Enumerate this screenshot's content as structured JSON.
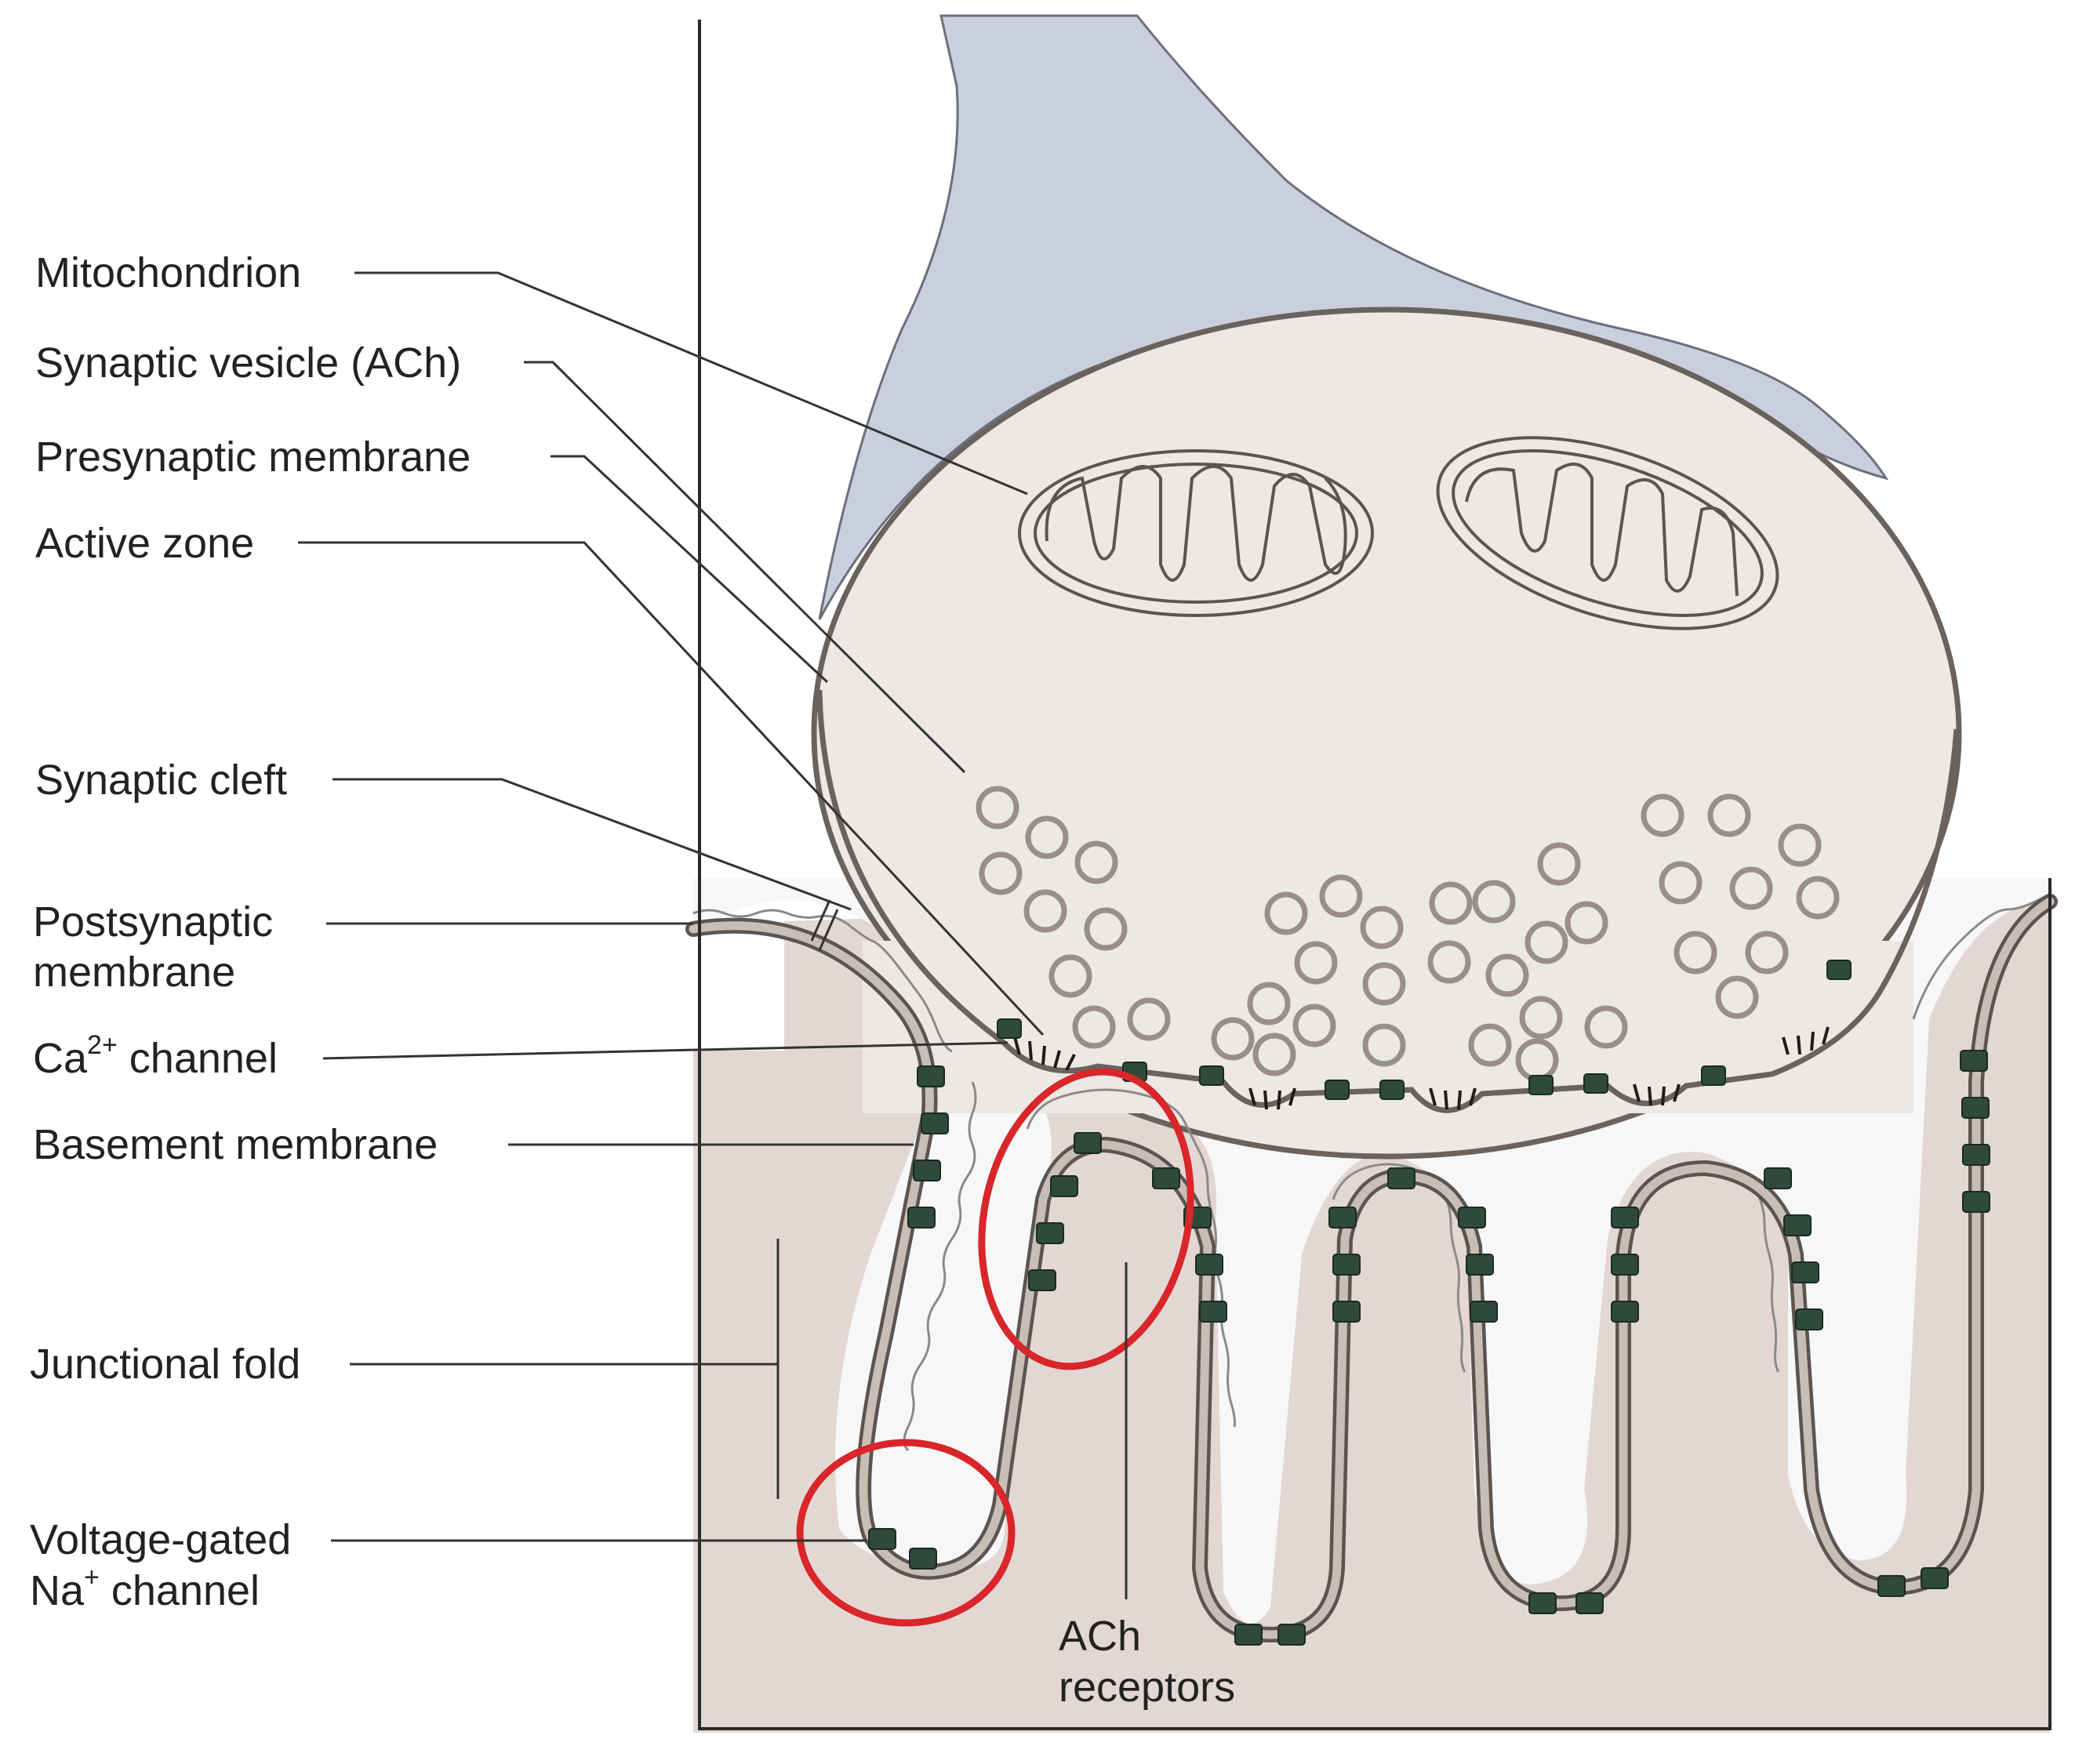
{
  "labels": {
    "mitochondrion": "Mitochondrion",
    "synaptic_vesicle": "Synaptic vesicle (ACh)",
    "presynaptic_membrane": "Presynaptic membrane",
    "active_zone": "Active zone",
    "synaptic_cleft": "Synaptic cleft",
    "postsynaptic_line1": "Postsynaptic",
    "postsynaptic_line2": "membrane",
    "ca_channel_prefix": "Ca",
    "ca_channel_sup": "2+",
    "ca_channel_suffix": " channel",
    "basement_membrane": "Basement membrane",
    "junctional_fold": "Junctional fold",
    "na_channel_line1": "Voltage-gated",
    "na_channel_prefix": "Na",
    "na_channel_sup": "+",
    "na_channel_suffix": " channel",
    "ach_receptors_line1": "ACh",
    "ach_receptors_line2": "receptors"
  },
  "colors": {
    "axon": "#c9cfdd",
    "terminal": "#ece8e5",
    "muscle": "#e3d7d3",
    "cleft": "#f8f7f7",
    "membrane": "#5b5450",
    "channel": "#2f4a3c",
    "highlight_circles": "#d8262a"
  }
}
